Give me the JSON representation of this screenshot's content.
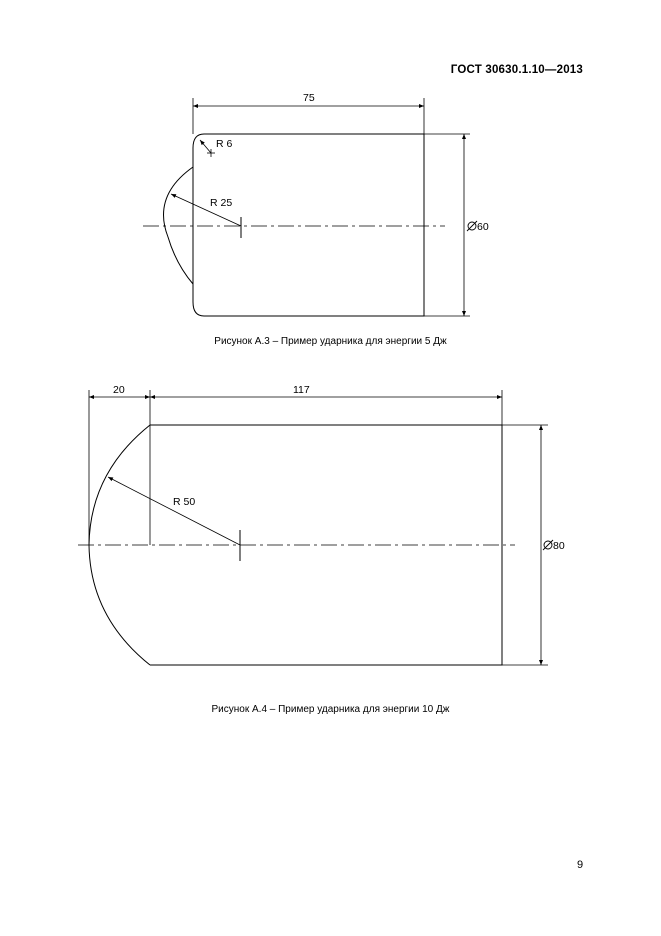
{
  "header": {
    "doc_code": "ГОСТ  30630.1.10—2013"
  },
  "figure_a3": {
    "caption": "Рисунок А.3 – Пример ударника для энергии 5 Дж",
    "dims": {
      "length": "75",
      "radius_small": "R 6",
      "radius_large": "R 25",
      "diameter": "60"
    }
  },
  "figure_a4": {
    "caption": "Рисунок А.4 – Пример ударника для энергии 10 Дж",
    "dims": {
      "offset": "20",
      "length": "117",
      "radius": "R 50",
      "diameter": "80"
    }
  },
  "footer": {
    "page_number": "9"
  }
}
